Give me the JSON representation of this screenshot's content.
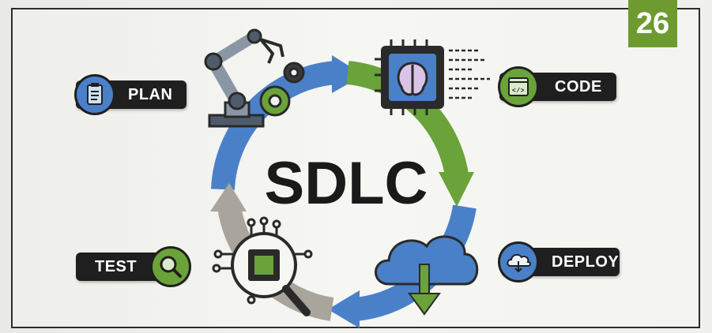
{
  "badge_number": "26",
  "center_title": "SDLC",
  "stages": {
    "plan": "PLAN",
    "code": "CODE",
    "deploy": "DEPLOY",
    "test": "TEST"
  },
  "colors": {
    "blue": "#4a80c8",
    "green": "#6aa33a",
    "gray": "#a9a49c",
    "dark": "#1f1f1f",
    "badge": "#6d9b2f"
  }
}
